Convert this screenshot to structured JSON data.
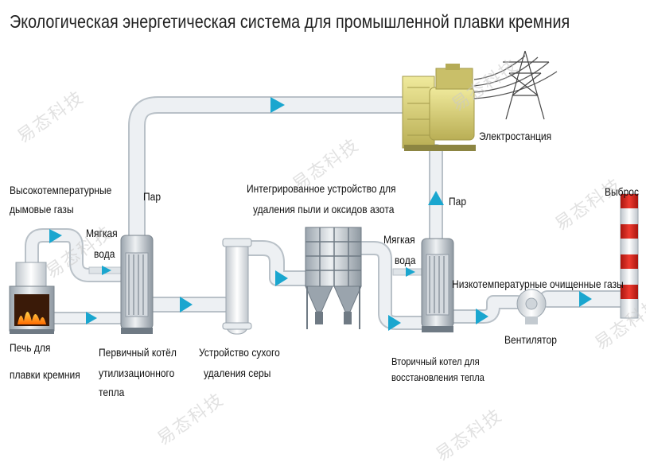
{
  "title": "Экологическая энергетическая система для промышленной плавки кремния",
  "watermark": "易态科技",
  "labels": {
    "power_station": "Электростанция",
    "high_temp_gas_1": "Высокотемпературные",
    "high_temp_gas_2": "дымовые газы",
    "steam_left": "Пар",
    "steam_right": "Пар",
    "integrated_1": "Интегрированное устройство для",
    "integrated_2": "удаления пыли и оксидов азота",
    "soft_water_left_1": "Мягкая",
    "soft_water_left_2": "вода",
    "soft_water_right_1": "Мягкая",
    "soft_water_right_2": "вода",
    "exhaust": "Выброс",
    "low_temp_gas": "Низкотемпературные очищенные газы",
    "fan": "Вентилятор",
    "furnace_1": "Печь для",
    "furnace_2": "плавки кремния",
    "primary_boiler_1": "Первичный котёл",
    "primary_boiler_2": "утилизационного",
    "primary_boiler_3": "тепла",
    "desulfur_1": "Устройство сухого",
    "desulfur_2": "удаления серы",
    "secondary_boiler_1": "Вторичный котел для",
    "secondary_boiler_2": "восстановления тепла"
  },
  "colors": {
    "pipe": "#e4e8ec",
    "pipe_edge": "#b9c1c8",
    "arrow": "#1aa6cf",
    "equipment": "#a9b2ba",
    "equipment_dark": "#6f7a84",
    "chimney_red": "#d9231f",
    "generator_yellow": "#d8cf82"
  }
}
